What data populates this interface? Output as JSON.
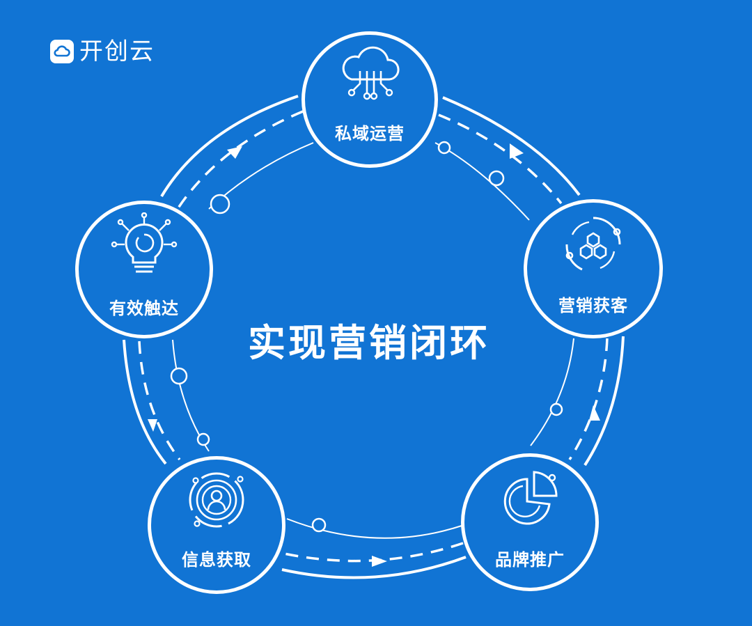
{
  "brand": {
    "name": "开创云",
    "icon": "cloud-icon"
  },
  "title": "实现营销闭环",
  "colors": {
    "background": "#1174d4",
    "line": "#ffffff"
  },
  "nodes": [
    {
      "label": "私域运营",
      "icon": "cloud-network-icon"
    },
    {
      "label": "营销获客",
      "icon": "hexagon-cluster-icon"
    },
    {
      "label": "品牌推广",
      "icon": "pie-chart-icon"
    },
    {
      "label": "信息获取",
      "icon": "user-target-icon"
    },
    {
      "label": "有效触达",
      "icon": "lightbulb-icon"
    }
  ]
}
